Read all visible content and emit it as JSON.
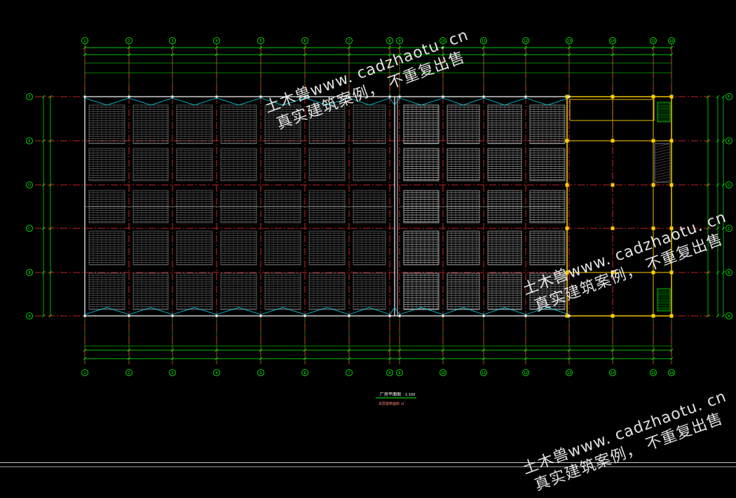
{
  "drawing": {
    "grid_axes_x": [
      "1",
      "2",
      "3",
      "4",
      "5",
      "6",
      "7",
      "8",
      "9",
      "10",
      "11",
      "12",
      "13",
      "14",
      "15",
      "16"
    ],
    "grid_axes_y": [
      "A",
      "B",
      "C",
      "D",
      "E",
      "F"
    ],
    "colors": {
      "background": "#000000",
      "axis_line": "#ff3030",
      "dimension": "#00ff00",
      "wall": "#ffffff",
      "column": "#ffd000",
      "text": "#ffffff",
      "hatch": "#cccccc",
      "cyan": "#00e5ff"
    }
  },
  "title_block": {
    "title": "厂房平面图",
    "scale": "1:100",
    "subtitle": "本层建筑面积  ㎡"
  },
  "watermarks": [
    {
      "line1": "土木兽www. cadzhaotu. cn",
      "line2": "真实建筑案例， 不重复出售"
    },
    {
      "line1": "土木兽www. cadzhaotu. cn",
      "line2": "真实建筑案例， 不重复出售"
    },
    {
      "line1": "土木兽www. cadzhaotu. cn",
      "line2": "真实建筑案例， 不重复出售"
    }
  ]
}
